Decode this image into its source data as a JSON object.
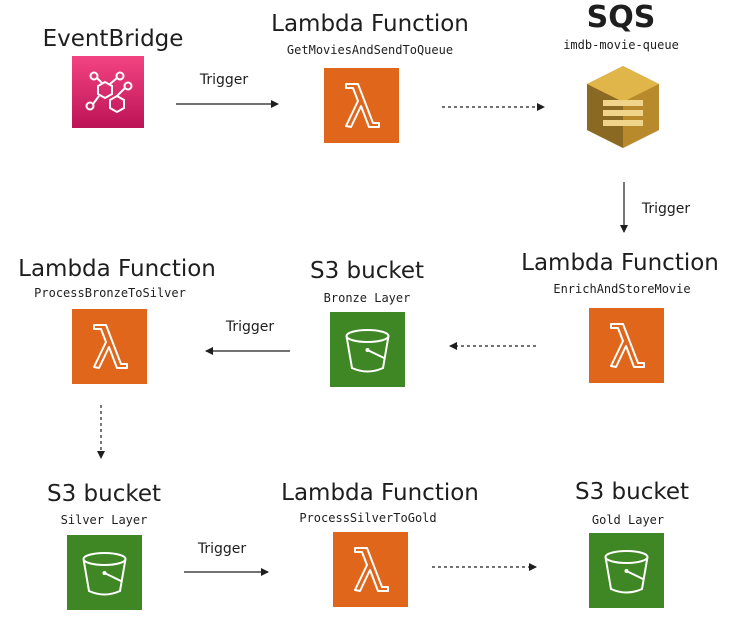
{
  "nodes": {
    "eventbridge": {
      "title": "EventBridge",
      "subtitle": ""
    },
    "lambda_get": {
      "title": "Lambda Function",
      "subtitle": "GetMoviesAndSendToQueue"
    },
    "sqs": {
      "title": "SQS",
      "subtitle": "imdb-movie-queue"
    },
    "lambda_enrich": {
      "title": "Lambda Function",
      "subtitle": "EnrichAndStoreMovie"
    },
    "s3_bronze": {
      "title": "S3 bucket",
      "subtitle": "Bronze Layer"
    },
    "lambda_bronze_silver": {
      "title": "Lambda Function",
      "subtitle": "ProcessBronzeToSilver"
    },
    "s3_silver": {
      "title": "S3 bucket",
      "subtitle": "Silver Layer"
    },
    "lambda_silver_gold": {
      "title": "Lambda Function",
      "subtitle": "ProcessSilverToGold"
    },
    "s3_gold": {
      "title": "S3 bucket",
      "subtitle": "Gold Layer"
    }
  },
  "edges": {
    "eventbridge_to_lambda": {
      "label": "Trigger",
      "style": "solid"
    },
    "lambda_to_sqs": {
      "label": "",
      "style": "dashed"
    },
    "sqs_to_enrich": {
      "label": "Trigger",
      "style": "solid"
    },
    "enrich_to_bronze": {
      "label": "",
      "style": "dashed"
    },
    "bronze_to_lambda": {
      "label": "Trigger",
      "style": "solid"
    },
    "lambda_to_silver": {
      "label": "",
      "style": "dashed"
    },
    "silver_to_lambda": {
      "label": "Trigger",
      "style": "solid"
    },
    "lambda_to_gold": {
      "label": "",
      "style": "dashed"
    }
  },
  "colors": {
    "eventbridge_top": "#f34482",
    "eventbridge_bottom": "#bc1356",
    "lambda": "#e0661b",
    "s3": "#3f8624",
    "sqs_light": "#e0b54a",
    "sqs_mid": "#c99a32",
    "sqs_dark": "#8a6a22"
  },
  "icons": {
    "eventbridge": "eventbridge-icon",
    "lambda": "lambda-icon",
    "s3": "s3-bucket-icon",
    "sqs": "sqs-queue-icon"
  }
}
